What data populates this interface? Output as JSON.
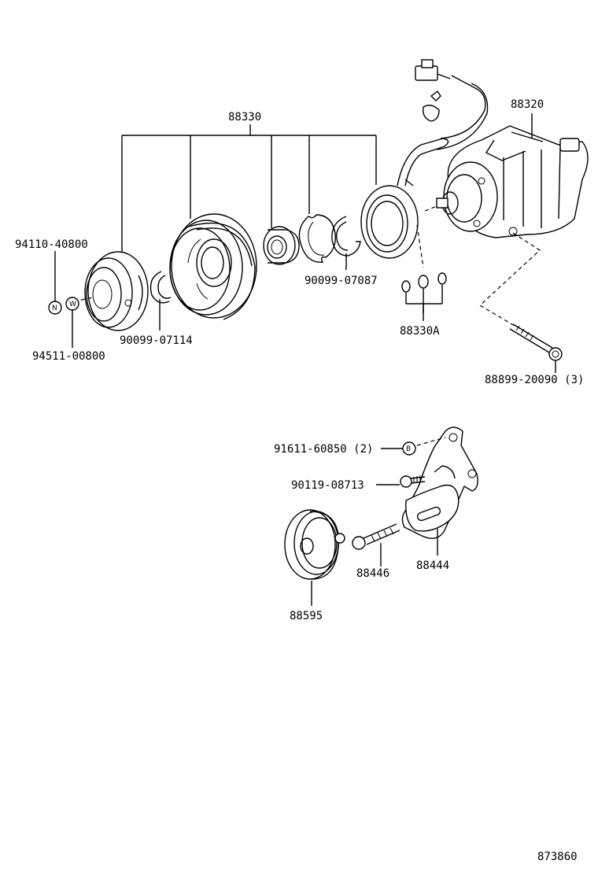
{
  "parts": {
    "clutch_assy": "88330",
    "compressor": "88320",
    "hub_bolt": "94110-40800",
    "hub_washer": "94511-00800",
    "snap_ring_small": "90099-07114",
    "snap_ring_large": "90099-07087",
    "shim_set": "88330A",
    "mount_bolt": "88899-20090 (3)",
    "bracket_nut": "91611-60850 (2)",
    "bracket_bolt": "90119-08713",
    "idler_bolt": "88446",
    "idler_bracket": "88444",
    "idler_pulley": "88595"
  },
  "symbols": {
    "nut": "N",
    "washer": "W",
    "bolt": "B"
  },
  "diagram_id": "873860"
}
